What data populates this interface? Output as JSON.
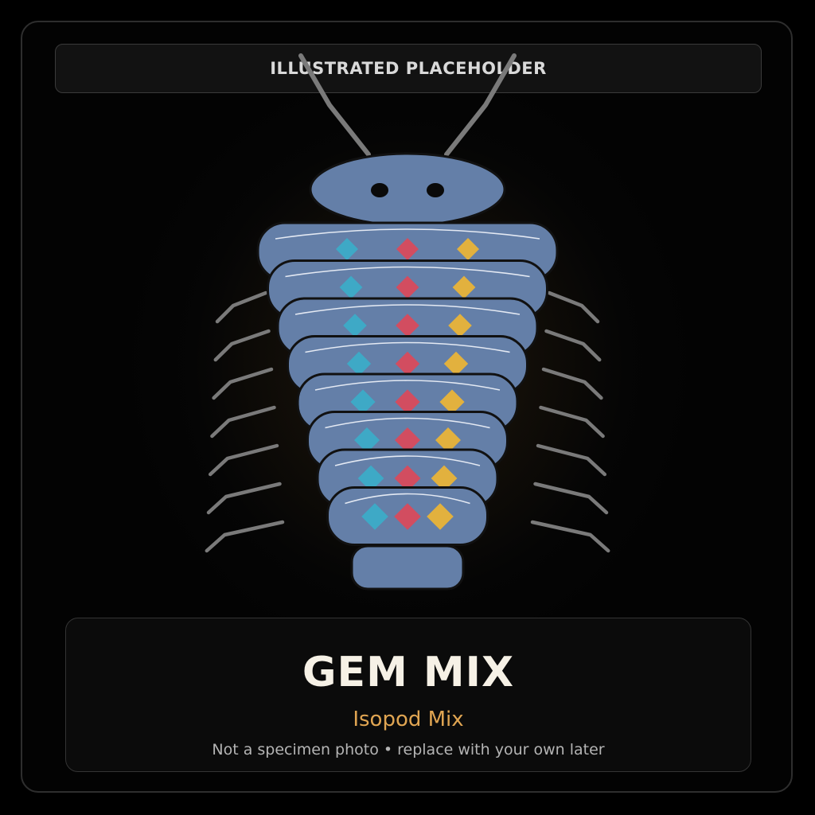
{
  "banner": {
    "label": "ILLUSTRATED PLACEHOLDER"
  },
  "caption": {
    "title": "GEM MIX",
    "subtitle": "Isopod Mix",
    "note": "Not a specimen photo • replace with your own later"
  },
  "colors": {
    "background": "#000000",
    "body": "#647fa8",
    "outline": "#111111",
    "legs": "#7a7a7a",
    "gem_cyan": "#3ea9c6",
    "gem_red": "#d24d60",
    "gem_gold": "#e2b13e",
    "title": "#f6f1e6",
    "subtitle": "#e0a552"
  },
  "illustration": {
    "subject": "isopod-illustration",
    "body_segment_count": 8,
    "leg_pairs": 7,
    "gem_colors_per_segment": [
      "cyan",
      "red",
      "gold"
    ]
  }
}
